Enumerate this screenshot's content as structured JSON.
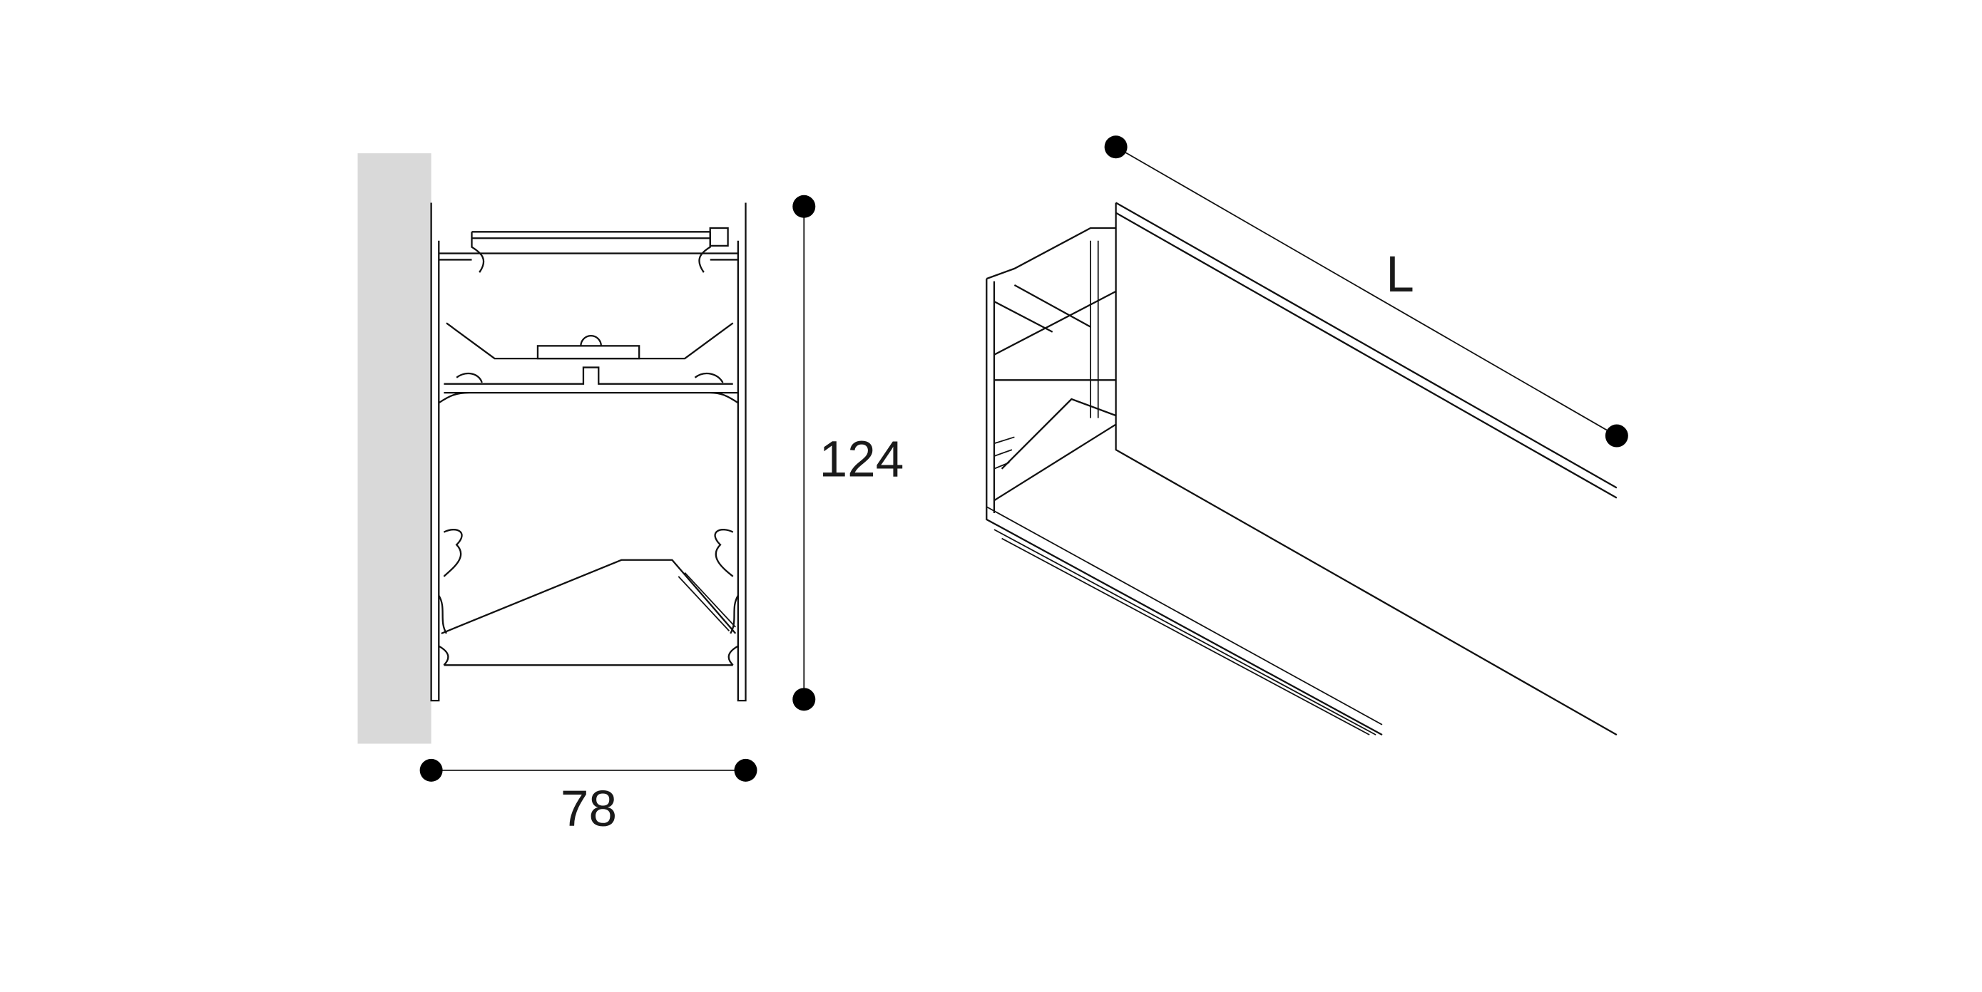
{
  "drawing": {
    "section_view": {
      "height_label": "124",
      "width_label": "78",
      "wall_color": "#d9d9d9"
    },
    "perspective_view": {
      "length_label": "L"
    }
  }
}
